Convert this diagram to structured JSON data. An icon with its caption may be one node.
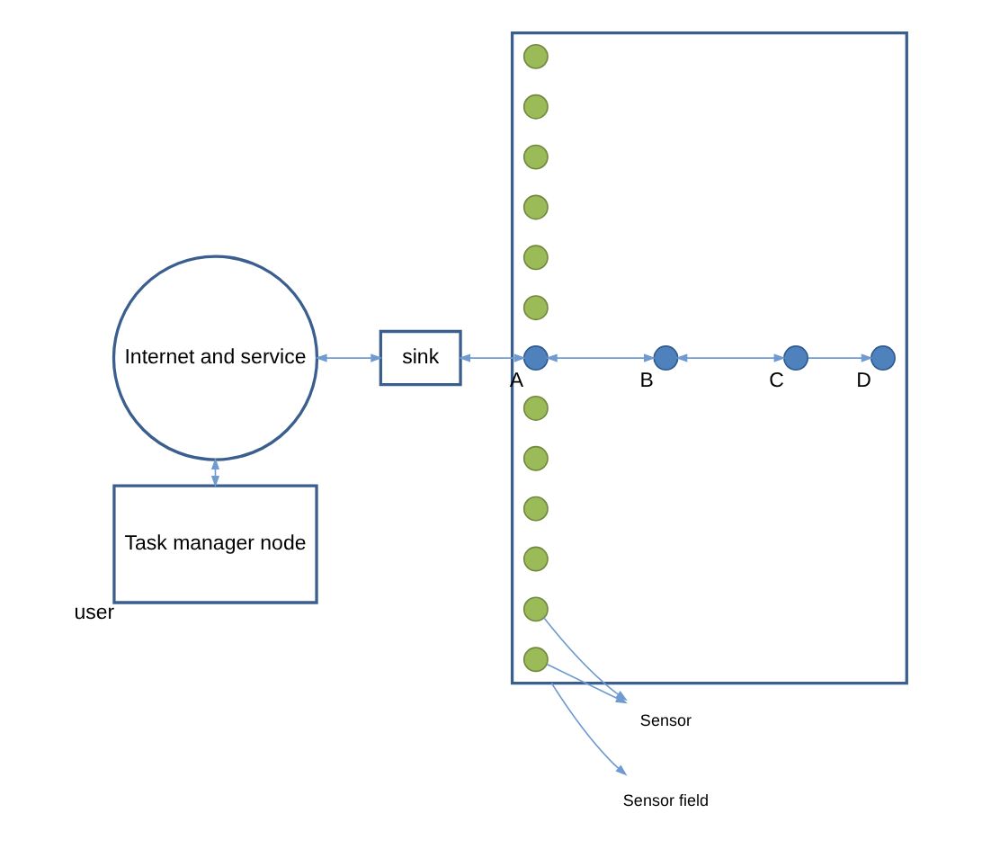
{
  "diagram": {
    "nodes": [
      {
        "text": [
          "Internet and service"
        ]
      },
      {
        "text": [
          "Task manager node"
        ],
        "beside": [
          "user"
        ]
      },
      {
        "text": [
          "sink"
        ]
      },
      {
        "text": [],
        "shape": "star"
      },
      {
        "text": [],
        "shape": "circle",
        "in": 3
      },
      {
        "text": [],
        "shape": "circle",
        "in": 3
      },
      {
        "text": [],
        "shape": "circle",
        "in": 3
      },
      {
        "text": [],
        "shape": "circle",
        "in": 3
      },
      {
        "text": [],
        "shape": "circle",
        "in": 3
      },
      {
        "text": [],
        "shape": "circle",
        "in": 3
      },
      {
        "text": [],
        "shape": "circle",
        "in": 3,
        "beside": [
          "A"
        ]
      },
      {
        "text": [],
        "shape": "circle",
        "in": 3,
        "beside": [
          "D"
        ]
      },
      {
        "text": [],
        "shape": "circle",
        "in": 3,
        "beside": [
          "B"
        ]
      },
      {
        "text": [],
        "shape": "circle",
        "in": 3,
        "beside": [
          "C"
        ]
      },
      {
        "text": [],
        "shape": "circle",
        "in": 3
      },
      {
        "text": [],
        "shape": "circle",
        "in": 3
      },
      {
        "text": [],
        "shape": "circle",
        "in": 3
      },
      {
        "text": [],
        "shape": "circle",
        "in": 3
      },
      {
        "text": [],
        "shape": "circle",
        "in": 3
      },
      {
        "text": [],
        "shape": "circle",
        "in": 3
      },
      {
        "text": [
          "Sensor field"
        ]
      },
      {
        "text": [
          "Sensor"
        ]
      }
    ],
    "edges": [
      {
        "from": 0,
        "to": 2,
        "arrow": "both"
      },
      {
        "from": 0,
        "to": 1,
        "arrow": "both"
      },
      {
        "from": 2,
        "to": 10,
        "arrow": "both"
      },
      {
        "from": 10,
        "to": 12,
        "arrow": "both"
      },
      {
        "from": 12,
        "to": 13,
        "arrow": "both"
      },
      {
        "from": 13,
        "to": 11,
        "arrow": "to"
      },
      {
        "from": 3,
        "to": 20,
        "arrow": "to"
      },
      {
        "from": 19,
        "to": 21,
        "arrow": "to"
      },
      {
        "from": 18,
        "to": 21,
        "arrow": "to"
      }
    ]
  }
}
